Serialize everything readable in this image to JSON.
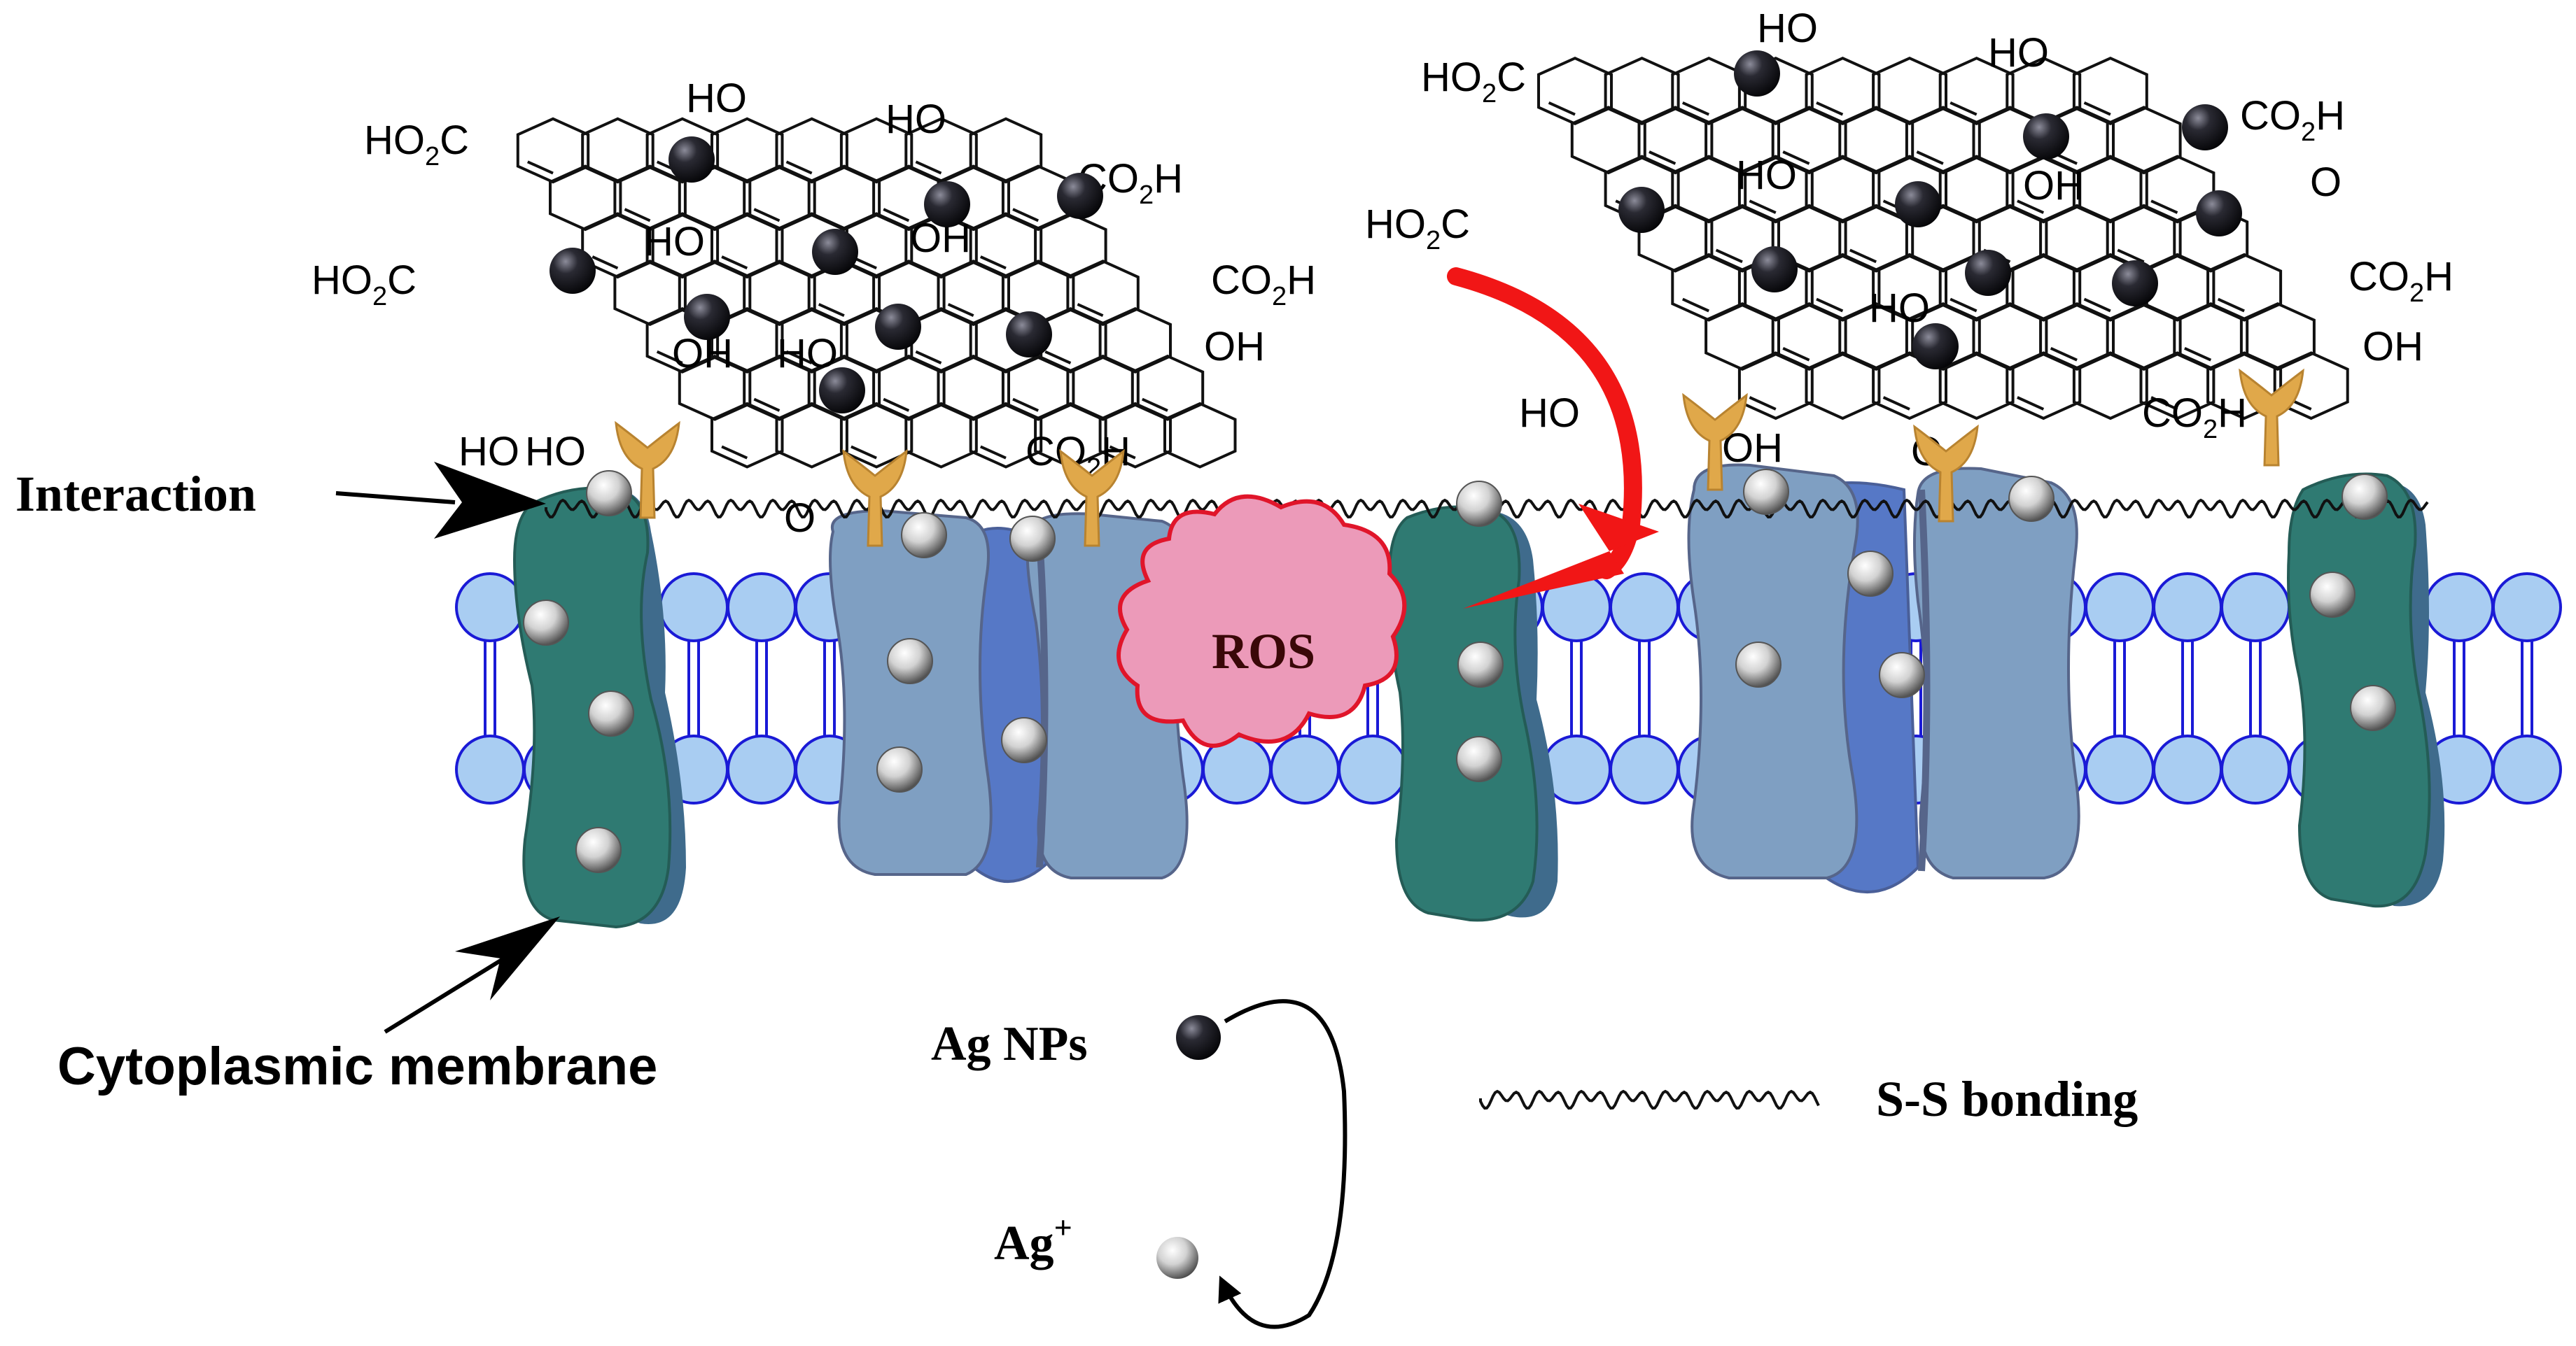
{
  "labels": {
    "interaction": "Interaction",
    "cytoplasmic_membrane": "Cytoplasmic membrane",
    "ros": "ROS",
    "ag_nps": "Ag NPs",
    "ag_ion": "Ag",
    "ag_ion_charge": "+",
    "ss_bonding": "S-S bonding"
  },
  "sheet1_groups": [
    {
      "id": "co2h-tl",
      "parts": [
        "HO",
        "2",
        "C"
      ]
    },
    {
      "id": "ho-top",
      "parts": [
        "HO"
      ]
    },
    {
      "id": "ho-top2",
      "parts": [
        "HO"
      ]
    },
    {
      "id": "co2h-tr",
      "parts": [
        "CO",
        "2",
        "H"
      ]
    },
    {
      "id": "ho2c-left",
      "parts": [
        "HO",
        "2",
        "C"
      ]
    },
    {
      "id": "ho-mid",
      "parts": [
        "HO"
      ]
    },
    {
      "id": "oh-mid",
      "parts": [
        "OH"
      ]
    },
    {
      "id": "co2h-right",
      "parts": [
        "CO",
        "2",
        "H"
      ]
    },
    {
      "id": "oh-right",
      "parts": [
        "OH"
      ]
    },
    {
      "id": "oh-low",
      "parts": [
        "OH"
      ]
    },
    {
      "id": "ho-low",
      "parts": [
        "HO"
      ]
    },
    {
      "id": "ho-bl",
      "parts": [
        "HO"
      ]
    },
    {
      "id": "ho-bl2",
      "parts": [
        "HO"
      ]
    },
    {
      "id": "o-bot",
      "parts": [
        "O"
      ]
    },
    {
      "id": "co2h-bot",
      "parts": [
        "CO",
        "2",
        "H"
      ]
    }
  ],
  "sheet2_groups": [
    {
      "id": "ho-top",
      "parts": [
        "HO"
      ]
    },
    {
      "id": "ho-top2",
      "parts": [
        "HO"
      ]
    },
    {
      "id": "ho2c-tl",
      "parts": [
        "HO",
        "2",
        "C"
      ]
    },
    {
      "id": "co2h-tr",
      "parts": [
        "CO",
        "2",
        "H"
      ]
    },
    {
      "id": "ho2c-left",
      "parts": [
        "HO",
        "2",
        "C"
      ]
    },
    {
      "id": "ho-mid",
      "parts": [
        "HO"
      ]
    },
    {
      "id": "oh-mid",
      "parts": [
        "OH"
      ]
    },
    {
      "id": "epoxide-o",
      "parts": [
        "O"
      ]
    },
    {
      "id": "co2h-right",
      "parts": [
        "CO",
        "2",
        "H"
      ]
    },
    {
      "id": "oh-right",
      "parts": [
        "OH"
      ]
    },
    {
      "id": "ho-low",
      "parts": [
        "HO"
      ]
    },
    {
      "id": "ho-bl",
      "parts": [
        "HO"
      ]
    },
    {
      "id": "oh-bot",
      "parts": [
        "OH"
      ]
    },
    {
      "id": "o-bot",
      "parts": [
        "O"
      ]
    },
    {
      "id": "co2h-bot",
      "parts": [
        "CO",
        "2",
        "H"
      ]
    }
  ],
  "colors": {
    "lipid_fill": "#a9cdf2",
    "lipid_stroke": "#1a1ad6",
    "teal_protein": "#2f7a72",
    "teal_protein_shade": "#3f6b8c",
    "blue_protein": "#7f9fc2",
    "blue_protein_core": "#5678c6",
    "receptor": "#e0a84a",
    "ros_fill": "#ec9ab9",
    "ros_stroke": "#e0152a",
    "arrow_red": "#f11616",
    "nanoparticle": "#0a0a12",
    "ion": "#d8d8d8"
  },
  "icons": {
    "nanoparticle": "black-sphere",
    "ion": "silver-sphere",
    "receptor": "y-shaped-receptor",
    "ss_bond": "wavy-chain"
  }
}
